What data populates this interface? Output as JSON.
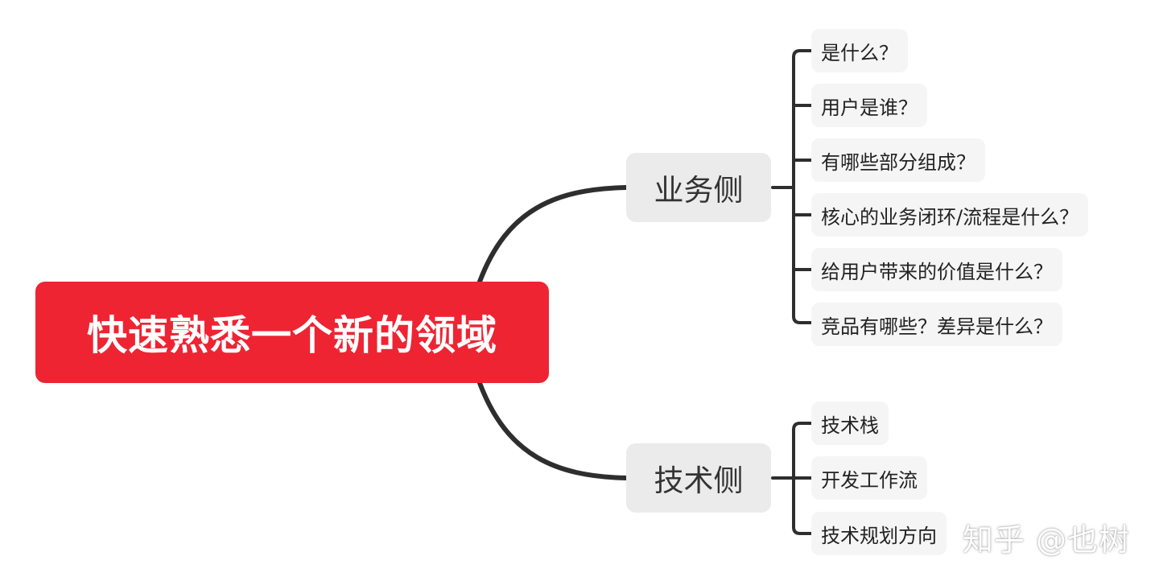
{
  "root": {
    "label": "快速熟悉一个新的领域",
    "color": "#ee2433"
  },
  "branches": [
    {
      "label": "业务侧",
      "items": [
        "是什么？",
        "用户是谁？",
        "有哪些部分组成？",
        "核心的业务闭环/流程是什么？",
        "给用户带来的价值是什么？",
        "竞品有哪些？差异是什么？"
      ]
    },
    {
      "label": "技术侧",
      "items": [
        "技术栈",
        "开发工作流",
        "技术规划方向"
      ]
    }
  ],
  "watermark": "知乎 @也树"
}
